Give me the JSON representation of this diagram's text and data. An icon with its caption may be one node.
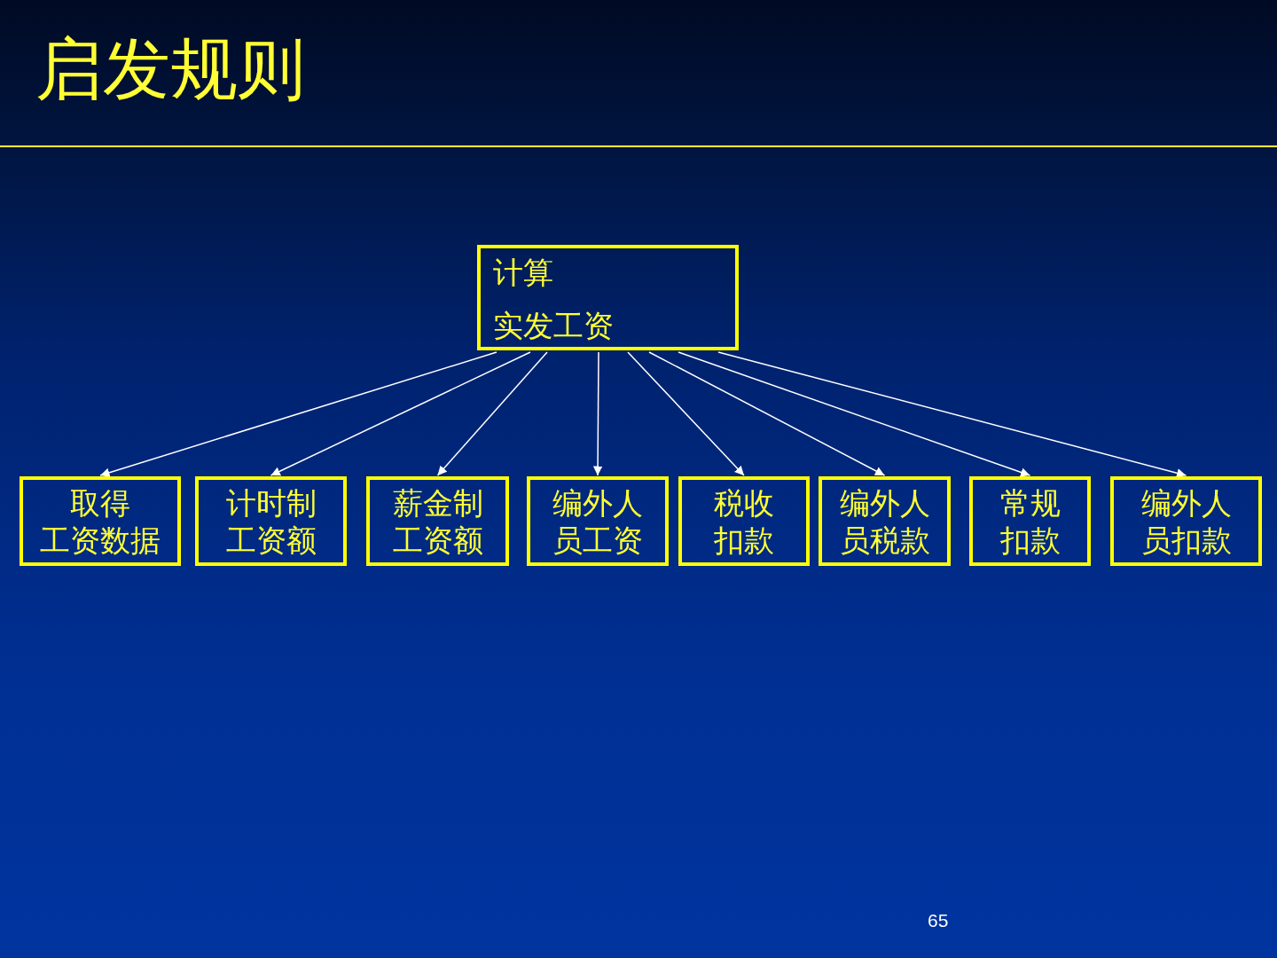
{
  "diagram": {
    "title": "启发规则",
    "nodes": [
      {
        "text": [
          "计算",
          "实发工资"
        ]
      },
      {
        "text": [
          "取得工资数据"
        ]
      },
      {
        "text": [
          "计时制工资额"
        ]
      },
      {
        "text": [
          "薪金制工资额"
        ]
      },
      {
        "text": [
          "编外人员工资"
        ]
      },
      {
        "text": [
          "税收扣款"
        ]
      },
      {
        "text": [
          "编外人员税款"
        ]
      },
      {
        "text": [
          "常规扣款"
        ]
      },
      {
        "text": [
          "编外人员扣款"
        ]
      }
    ],
    "edges": [
      {
        "from": 0,
        "to": 1,
        "arrow": "to"
      },
      {
        "from": 0,
        "to": 2,
        "arrow": "to"
      },
      {
        "from": 0,
        "to": 3,
        "arrow": "to"
      },
      {
        "from": 0,
        "to": 4,
        "arrow": "to"
      },
      {
        "from": 0,
        "to": 5,
        "arrow": "to"
      },
      {
        "from": 0,
        "to": 6,
        "arrow": "to"
      },
      {
        "from": 0,
        "to": 7,
        "arrow": "to"
      },
      {
        "from": 0,
        "to": 8,
        "arrow": "to"
      }
    ],
    "labels": [
      "65"
    ]
  }
}
